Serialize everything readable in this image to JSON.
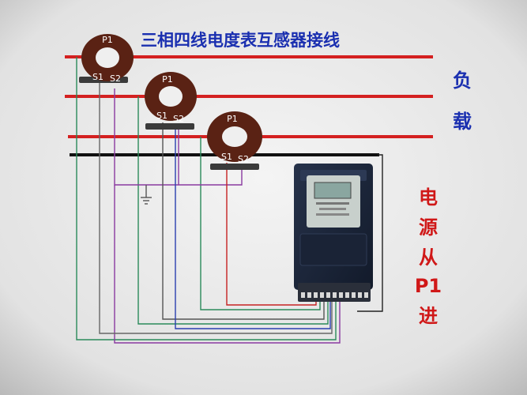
{
  "diagram": {
    "title": "三相四线电度表互感器接线",
    "load_label": [
      "负",
      "载"
    ],
    "source_label": [
      "电",
      "源",
      "从",
      "P1",
      "进"
    ],
    "ct_labels": {
      "p1": "P1",
      "s1": "S1",
      "s2": "S2"
    },
    "colors": {
      "title": "#1a2fb0",
      "load_label": "#1a2fb0",
      "source_label": "#d01818",
      "phase_lines": "#d42020",
      "neutral_line": "#111111",
      "ct_body": "#5a2214",
      "meter_body": "#1c2538",
      "meter_display": "#8aa6a0"
    },
    "current_transformers": [
      {
        "name": "ct-phase-1"
      },
      {
        "name": "ct-phase-2"
      },
      {
        "name": "ct-phase-3"
      }
    ],
    "meter": {
      "name": "three-phase-watt-hour-meter"
    }
  }
}
